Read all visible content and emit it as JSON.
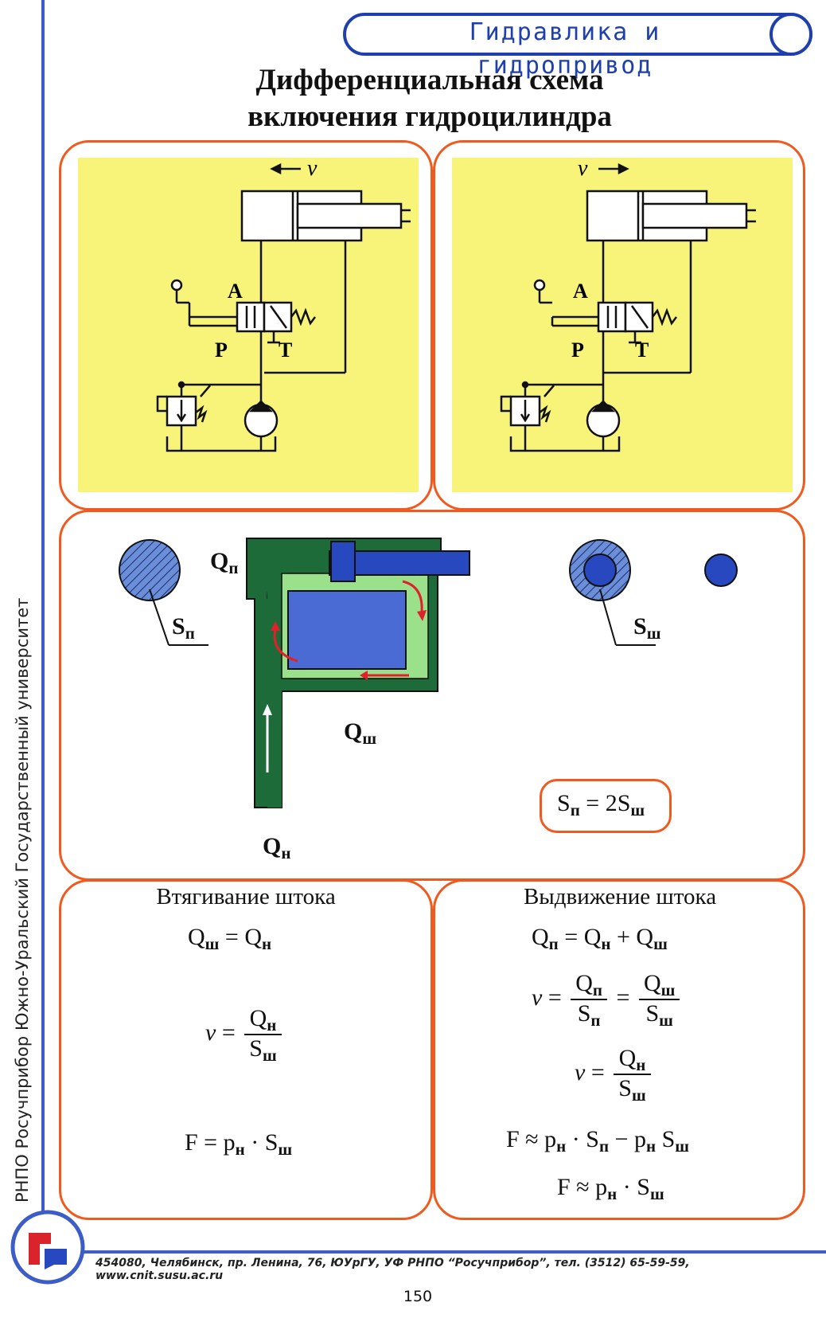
{
  "header": {
    "section": "Гидравлика и гидропривод"
  },
  "title": {
    "line1": "Дифференциальная схема",
    "line2": "включения гидроцилиндра"
  },
  "schematic": {
    "velocity": "v",
    "port_a": "A",
    "port_p": "P",
    "port_t": "T"
  },
  "middle": {
    "q_p": "Q",
    "q_p_sub": "п",
    "q_sh": "Q",
    "q_sh_sub": "ш",
    "q_n": "Q",
    "q_n_sub": "н",
    "s_p": "S",
    "s_p_sub": "п",
    "s_sh": "S",
    "s_sh_sub": "ш",
    "relation": {
      "lhs": "S",
      "lhs_sub": "п",
      "mid": " = 2",
      "rhs": "S",
      "rhs_sub": "ш"
    }
  },
  "retraction": {
    "title": "Втягивание штока",
    "eq1": {
      "a": "Q",
      "a_sub": "ш",
      "op": " = ",
      "b": "Q",
      "b_sub": "н"
    },
    "eq2": {
      "lhs": "v",
      "op": " = ",
      "num": "Q",
      "num_sub": "н",
      "den": "S",
      "den_sub": "ш"
    },
    "eq3": {
      "a": "F = p",
      "a_sub": "н",
      "op": " · ",
      "b": "S",
      "b_sub": "ш"
    }
  },
  "extension": {
    "title": "Выдвижение штока",
    "eq1": {
      "a": "Q",
      "a_sub": "п",
      "op1": " = ",
      "b": "Q",
      "b_sub": "н",
      "op2": " + ",
      "c": "Q",
      "c_sub": "ш"
    },
    "eq2": {
      "lhs": "v",
      "op": " = ",
      "num1": "Q",
      "num1_sub": "п",
      "den1": "S",
      "den1_sub": "п",
      "op2": " = ",
      "num2": "Q",
      "num2_sub": "ш",
      "den2": "S",
      "den2_sub": "ш"
    },
    "eq3": {
      "lhs": "v",
      "op": " = ",
      "num": "Q",
      "num_sub": "н",
      "den": "S",
      "den_sub": "ш"
    },
    "eq4": {
      "a": "F ≈ p",
      "a_sub": "н",
      "op1": " · ",
      "b": "S",
      "b_sub": "п",
      "op2": " − p",
      "c_sub": "н",
      "c": " S",
      "d_sub": "ш"
    },
    "eq5": {
      "a": "F ≈ p",
      "a_sub": "н",
      "op": " · ",
      "b": "S",
      "b_sub": "ш"
    }
  },
  "sidebar": {
    "text": "РНПО Росучприбор    Южно-Уральский Государственный университет"
  },
  "footer": {
    "address": "454080, Челябинск, пр. Ленина, 76, ЮУрГУ, УФ РНПО “Росучприбор”, тел. (3512) 65-59-59, www.cnit.susu.ac.ru",
    "page": "150"
  },
  "colors": {
    "accent": "#f05a1e",
    "blue": "#1e3fae",
    "yellow": "#f8f47a",
    "dark_green": "#1e6b3a",
    "light_green": "#9be08a",
    "piston_blue": "#2848c0",
    "arrow_red": "#e0202a"
  }
}
